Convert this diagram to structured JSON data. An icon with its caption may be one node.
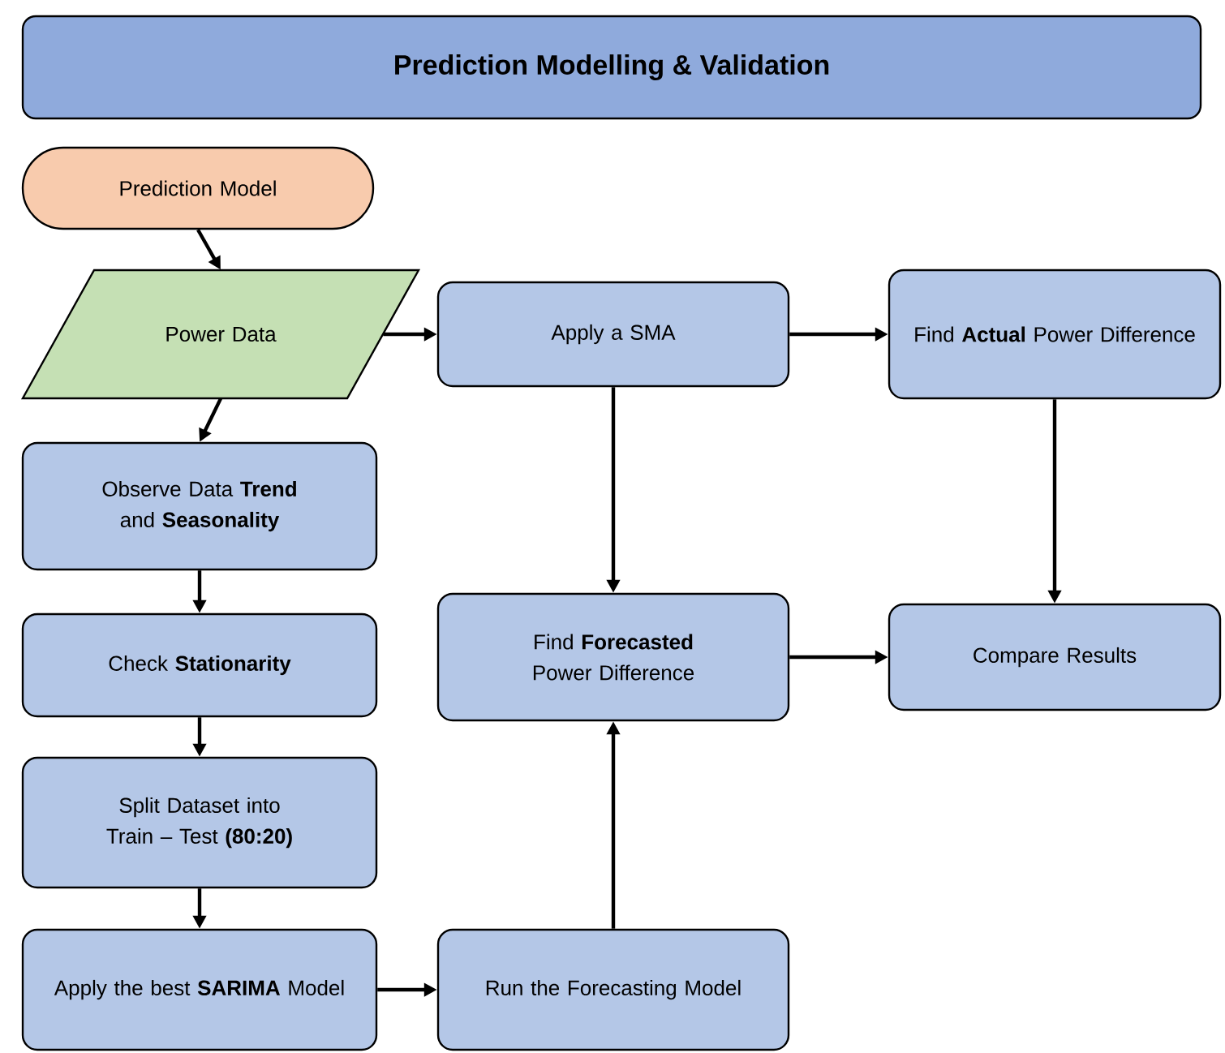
{
  "diagram": {
    "title": "Prediction Modelling & Validation",
    "nodes": [
      {
        "text": [
          "Prediction Model"
        ]
      },
      {
        "text": [
          "Power Data"
        ]
      },
      {
        "text": [
          "Observe Data **Trend** and **Seasonality**"
        ]
      },
      {
        "text": [
          "Check **Stationarity**"
        ]
      },
      {
        "text": [
          "Split Dataset into Train – Test **(80:20)**"
        ]
      },
      {
        "text": [
          "Apply the best **SARIMA** Model"
        ]
      },
      {
        "text": [
          "Apply a SMA"
        ]
      },
      {
        "text": [
          "Find **Actual** Power Difference"
        ]
      },
      {
        "text": [
          "Find **Forecasted** Power Difference"
        ]
      },
      {
        "text": [
          "Compare Results"
        ]
      },
      {
        "text": [
          "Run the Forecasting Model"
        ]
      }
    ],
    "edges": [
      {
        "from": 0,
        "to": 1,
        "arrow": "to"
      },
      {
        "from": 1,
        "to": 2,
        "arrow": "to"
      },
      {
        "from": 2,
        "to": 3,
        "arrow": "to"
      },
      {
        "from": 3,
        "to": 4,
        "arrow": "to"
      },
      {
        "from": 4,
        "to": 5,
        "arrow": "to"
      },
      {
        "from": 1,
        "to": 6,
        "arrow": "to"
      },
      {
        "from": 6,
        "to": 7,
        "arrow": "to"
      },
      {
        "from": 6,
        "to": 8,
        "arrow": "to"
      },
      {
        "from": 7,
        "to": 9,
        "arrow": "to"
      },
      {
        "from": 8,
        "to": 9,
        "arrow": "to"
      },
      {
        "from": 5,
        "to": 10,
        "arrow": "to"
      },
      {
        "from": 10,
        "to": 8,
        "arrow": "to"
      }
    ]
  }
}
